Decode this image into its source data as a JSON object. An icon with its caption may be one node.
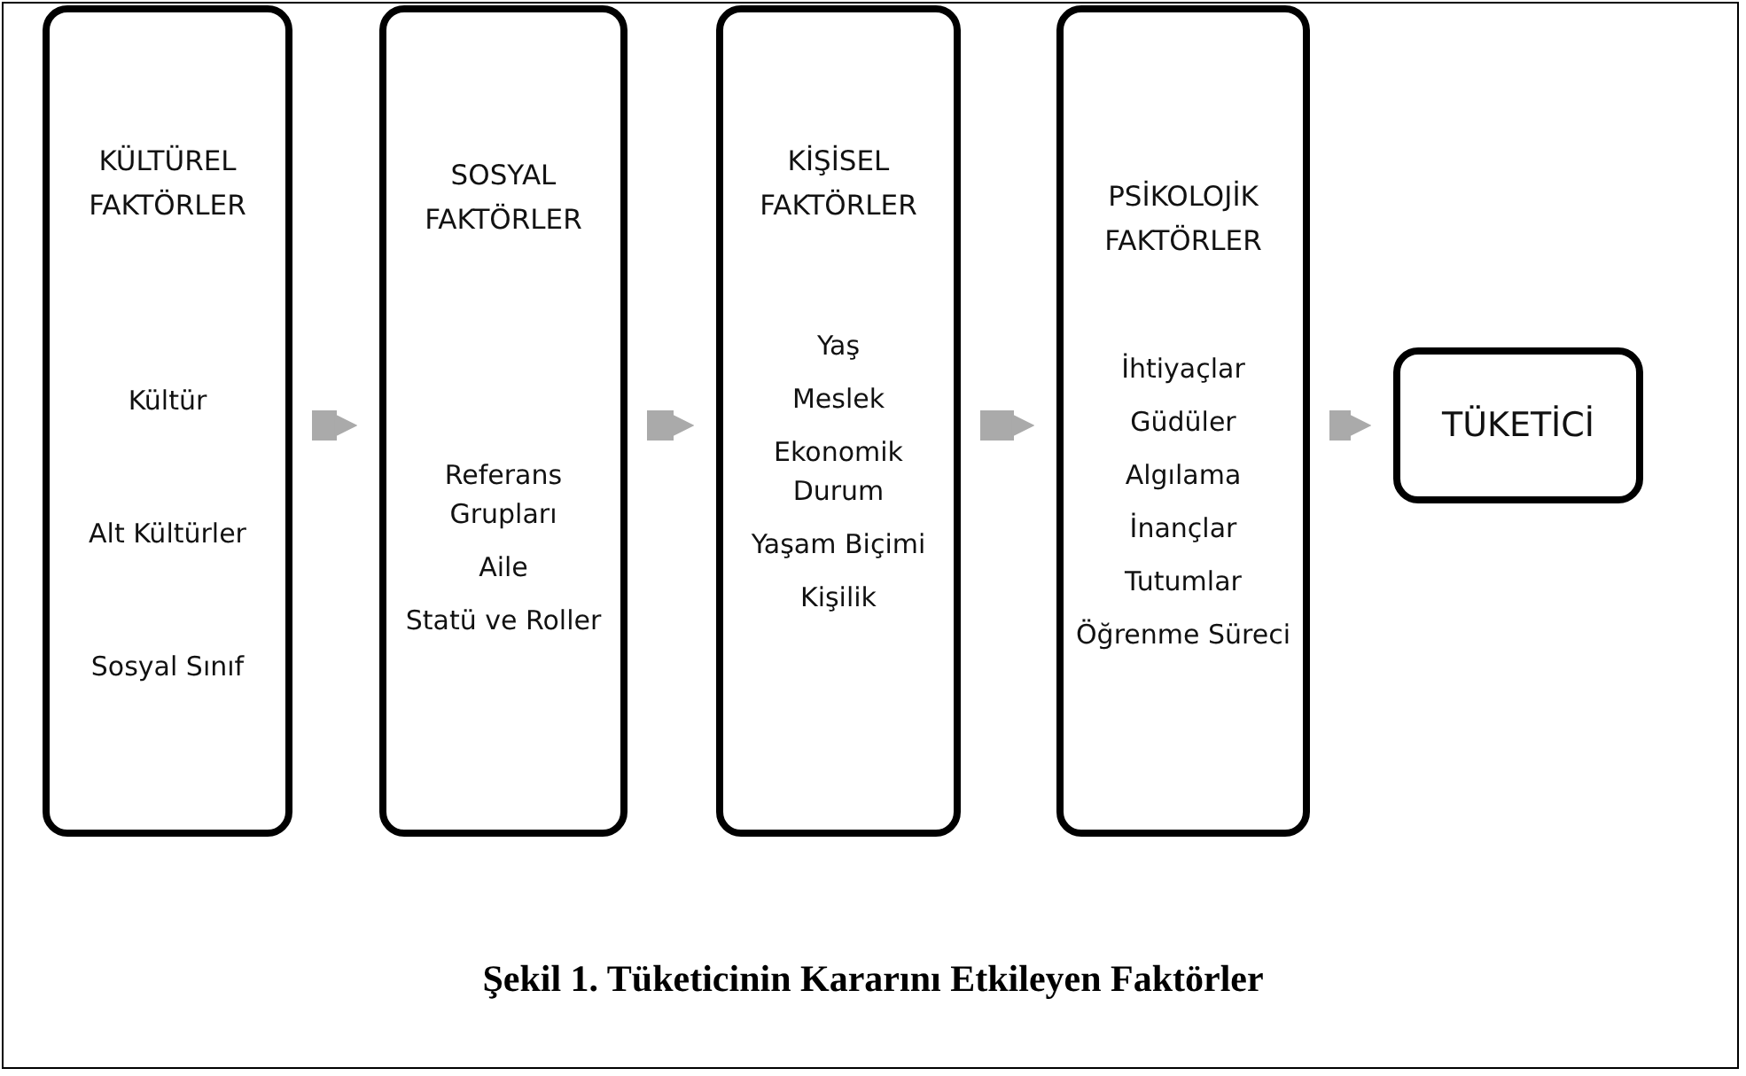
{
  "diagram": {
    "caption": "Şekil 1. Tüketicinin Kararını Etkileyen Faktörler",
    "nodes": [
      {
        "text": [
          "KÜLTÜREL FAKTÖRLER",
          "Kültür",
          "Alt Kültürler",
          "Sosyal Sınıf"
        ]
      },
      {
        "text": [
          "SOSYAL FAKTÖRLER",
          "Referans Grupları",
          "Aile",
          "Statü ve Roller"
        ]
      },
      {
        "text": [
          "KİŞİSEL FAKTÖRLER",
          "Yaş",
          "Meslek",
          "Ekonomik Durum",
          "Yaşam Biçimi",
          "Kişilik"
        ]
      },
      {
        "text": [
          "PSİKOLOJİK FAKTÖRLER",
          "İhtiyaçlar",
          "Güdüler",
          "Algılama",
          "İnançlar",
          "Tutumlar",
          "Öğrenme Süreci"
        ]
      },
      {
        "text": [
          "TÜKETİCİ"
        ]
      }
    ],
    "edges": [
      {
        "from": 0,
        "to": 1,
        "arrow": "to"
      },
      {
        "from": 1,
        "to": 2,
        "arrow": "to"
      },
      {
        "from": 2,
        "to": 3,
        "arrow": "to"
      },
      {
        "from": 3,
        "to": 4,
        "arrow": "to"
      }
    ]
  }
}
